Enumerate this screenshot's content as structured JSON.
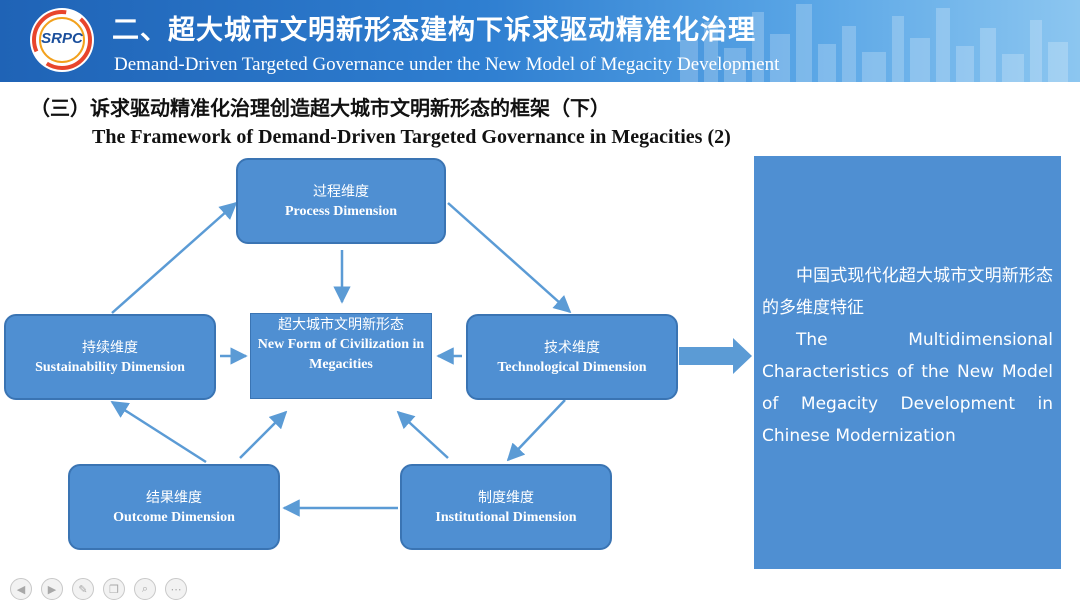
{
  "header": {
    "title": "二、超大城市文明新形态建构下诉求驱动精准化治理",
    "subtitle": "Demand-Driven Targeted Governance under the New Model of Megacity Development",
    "logo_text": "SRPC"
  },
  "section": {
    "title_zh": "（三）诉求驱动精准化治理创造超大城市文明新形态的框架（下）",
    "title_en": "The Framework of Demand-Driven Targeted Governance in Megacities (2)"
  },
  "nodes": {
    "process": {
      "zh": "过程维度",
      "en": "Process Dimension"
    },
    "sustainability": {
      "zh": "持续维度",
      "en": "Sustainability Dimension"
    },
    "technological": {
      "zh": "技术维度",
      "en": "Technological Dimension"
    },
    "outcome": {
      "zh": "结果维度",
      "en": "Outcome Dimension"
    },
    "institutional": {
      "zh": "制度维度",
      "en": "Institutional Dimension"
    },
    "center": {
      "zh": "超大城市文明新形态",
      "en": "New Form of Civilization in Megacities"
    }
  },
  "panel": {
    "zh": "中国式现代化超大城市文明新形态的多维度特征",
    "en": "The Multidimensional Characteristics of the New Model of Megacity Development in Chinese Modernization"
  },
  "toolbar": {
    "icons": [
      "prev-icon",
      "next-icon",
      "pen-icon",
      "copy-icon",
      "zoom-icon",
      "more-icon"
    ],
    "glyphs": [
      "◀",
      "▶",
      "✎",
      "❐",
      "⌕",
      "⋯"
    ]
  },
  "colors": {
    "header_start": "#1f63b6",
    "box_fill": "#4f8fd2",
    "box_border": "#3a74b3",
    "arrow": "#5b9bd5"
  }
}
